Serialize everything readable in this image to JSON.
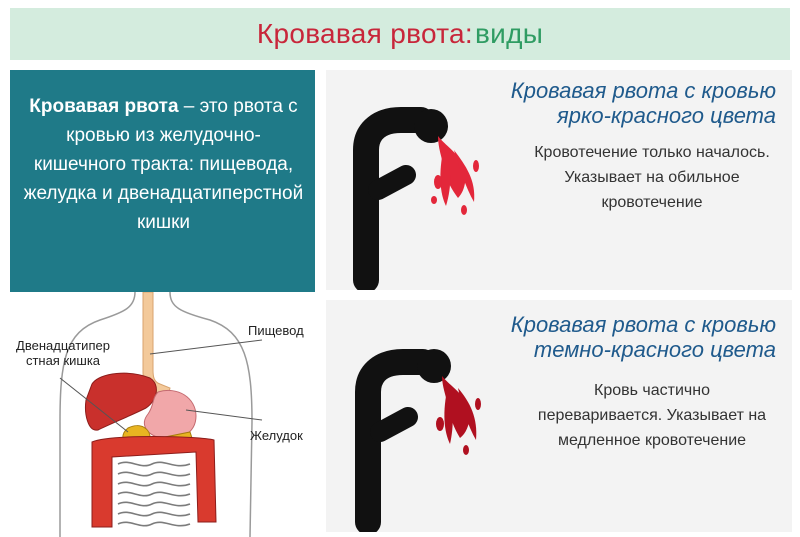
{
  "header": {
    "title_part1": "Кровавая рвота:",
    "title_part2": "виды",
    "title_color": "#c8263a",
    "accent_color": "#2f9c63"
  },
  "definition": {
    "term": "Кровавая рвота",
    "text": " – это рвота с кровью из желудочно-кишечного тракта: пищевода, желудка и двенадцатиперстной кишки",
    "background": "#1f7a88"
  },
  "anatomy": {
    "label_duodenum": "Двенадцатипер стная кишка",
    "label_esophagus": "Пищевод",
    "label_stomach": "Желудок"
  },
  "types": [
    {
      "title_line1": "Кровавая рвота с кровью",
      "title_line2": "ярко-красного цвета",
      "description": "Кровотечение только началось. Указывает на обильное кровотечение",
      "blood_color": "#e3273a",
      "icon": "person-vomiting-bright-blood-icon"
    },
    {
      "title_line1": "Кровавая рвота с кровью",
      "title_line2": "темно-красного цвета",
      "description": "Кровь частично переваривается. Указывает на медленное кровотечение",
      "blood_color": "#b01020",
      "icon": "person-vomiting-dark-blood-icon"
    }
  ]
}
